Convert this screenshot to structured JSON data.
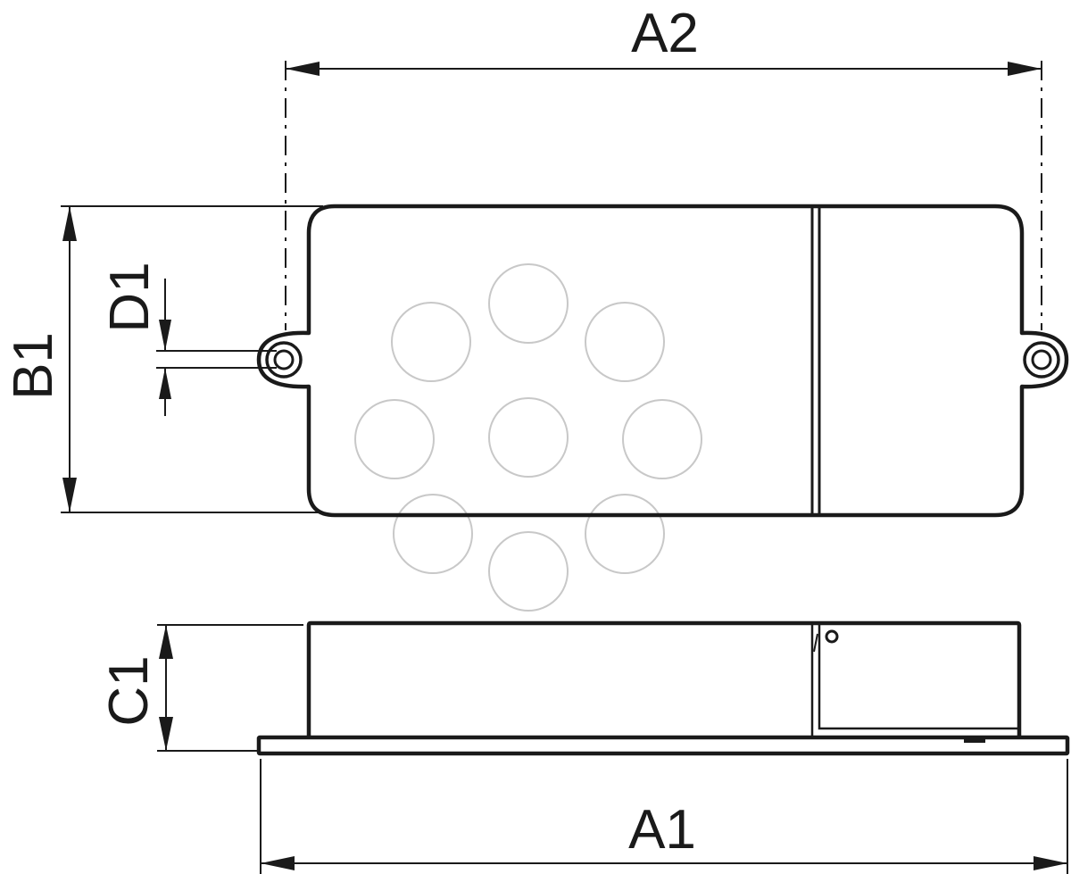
{
  "labels": {
    "a2": "A2",
    "b1": "B1",
    "d1": "D1",
    "c1": "C1",
    "a1": "A1"
  },
  "colors": {
    "line": "#1a1a1a",
    "watermark": "#c8c8c8",
    "background": "#ffffff"
  },
  "icons": {
    "watermark": "logo-watermark-icon"
  }
}
